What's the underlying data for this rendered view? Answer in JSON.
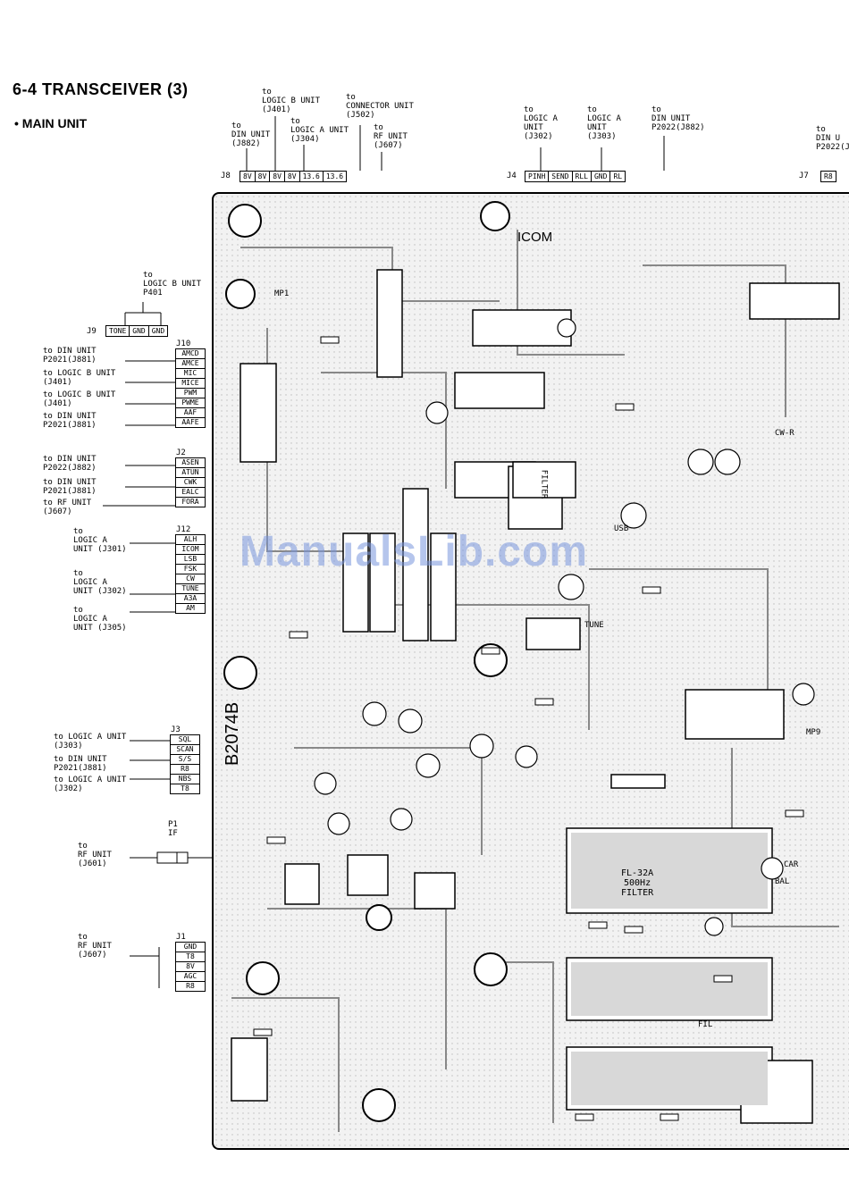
{
  "title": "6-4 TRANSCEIVER (3)",
  "subtitle": "• MAIN UNIT",
  "top_labels": {
    "din_j882": "to\nDIN UNIT\n(J882)",
    "logic_b_j401": "to\nLOGIC B UNIT\n(J401)",
    "logic_a_j304": "to\nLOGIC A UNIT\n(J304)",
    "connector_j502": "to\nCONNECTOR UNIT\n(J502)",
    "rf_j607": "to\nRF UNIT\n(J607)",
    "logic_a_j302": "to\nLOGIC A\nUNIT\n(J302)",
    "logic_a_j303": "to\nLOGIC A\nUNIT\n(J303)",
    "din_p2022": "to\nDIN UNIT\nP2022(J882)",
    "din_right": "to\nDIN U\nP2022(J"
  },
  "connectors": {
    "j8": {
      "name": "J8",
      "pins": [
        "8V",
        "8V",
        "8V",
        "8V",
        "13.6",
        "13.6"
      ]
    },
    "j4": {
      "name": "J4",
      "pins": [
        "PINH",
        "SEND",
        "RLL",
        "GND",
        "RL"
      ]
    },
    "j7": {
      "name": "J7",
      "pins": [
        "R8"
      ]
    },
    "j9": {
      "name": "J9",
      "pins": [
        "TONE",
        "GND",
        "GND"
      ]
    },
    "j10": {
      "name": "J10",
      "pins": [
        "AMCD",
        "AMCE",
        "MIC",
        "MICE",
        "PWM",
        "PWME",
        "AAF",
        "AAFE"
      ]
    },
    "j2": {
      "name": "J2",
      "pins": [
        "ASEN",
        "ATUN",
        "CWK",
        "EALC",
        "FORA"
      ]
    },
    "j12": {
      "name": "J12",
      "pins": [
        "ALH",
        "ICOM",
        "LSB",
        "FSK",
        "CW",
        "TUNE",
        "A3A",
        "AM"
      ]
    },
    "j3": {
      "name": "J3",
      "pins": [
        "SQL",
        "SCAN",
        "S/S",
        "R8",
        "NBS",
        "T8"
      ]
    },
    "j1": {
      "name": "J1",
      "pins": [
        "GND",
        "T8",
        "8V",
        "AGC",
        "R8"
      ]
    }
  },
  "left_labels": {
    "logic_b_p401": "to\nLOGIC B UNIT\nP401",
    "din_j881_a": "to DIN UNIT\nP2021(J881)",
    "logic_b_j401_a": "to LOGIC B UNIT\n(J401)",
    "logic_b_j401_b": "to LOGIC B UNIT\n(J401)",
    "din_j881_b": "to DIN UNIT\nP2021(J881)",
    "din_j882_b": "to DIN UNIT\nP2022(J882)",
    "din_j881_c": "to DIN UNIT\nP2021(J881)",
    "rf_j607_a": "to RF UNIT\n(J607)",
    "logic_a_j301": "to\nLOGIC A\nUNIT (J301)",
    "logic_a_j302_b": "to\nLOGIC A\nUNIT (J302)",
    "logic_a_j305": "to\nLOGIC A\nUNIT (J305)",
    "logic_a_j303_b": "to LOGIC A UNIT\n(J303)",
    "din_j881_d": "to DIN UNIT\nP2021(J881)",
    "logic_a_j302_c": "to LOGIC A UNIT\n(J302)",
    "p1_if": "P1\nIF",
    "rf_j601": "to\nRF UNIT\n(J601)",
    "rf_j607_b": "to\nRF UNIT\n(J607)"
  },
  "board": {
    "brand": "ICOM",
    "board_id": "B2074B",
    "filter_label": "FL-32A\n500Hz\nFILTER",
    "filter2": "FILTER",
    "mp1": "MP1",
    "mp9": "MP9",
    "tune": "TUNE",
    "usb": "USB",
    "cwr": "CW-R",
    "car": "CAR",
    "bal": "BAL",
    "fil": "FIL"
  },
  "watermark": "ManualsLib.com",
  "colors": {
    "board_bg": "#f2f2f2",
    "watermark": "#7896dc"
  }
}
